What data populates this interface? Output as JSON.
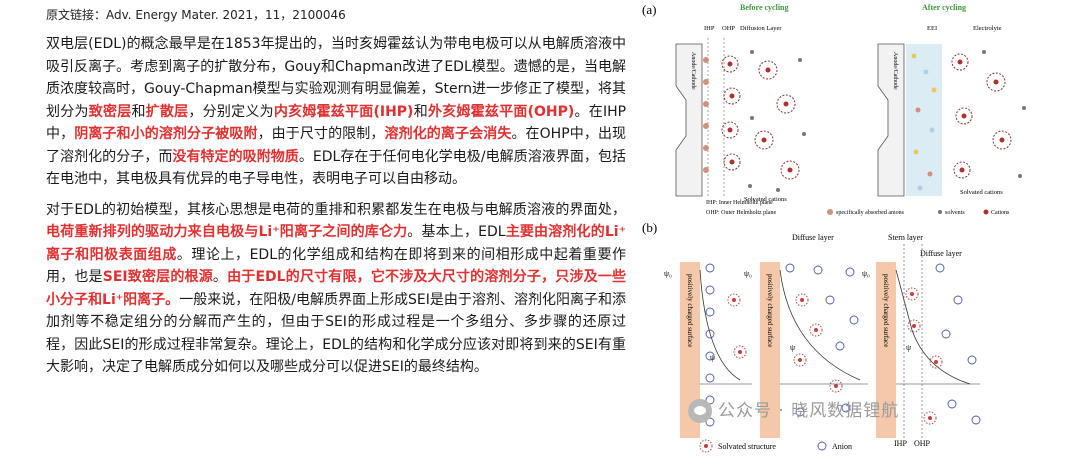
{
  "source_line": "原文链接：Adv. Energy Mater. 2021，11，2100046",
  "p1": [
    {
      "t": "双电层(EDL)的概念最早是在1853年提出的，当时亥姆霍兹认为带电电极可以从电解质溶液中吸引反离子。考虑到离子的扩散分布，Gouy和Chapman改进了EDL模型。遗憾的是，当电解质浓度较高时，Gouy-Chapman模型与实验观测有明显偏差，Stern进一步修正了模型，将其划分为",
      "r": false
    },
    {
      "t": "致密层",
      "r": true
    },
    {
      "t": "和",
      "r": false
    },
    {
      "t": "扩散层",
      "r": true
    },
    {
      "t": "，分别定义为",
      "r": false
    },
    {
      "t": "内亥姆霍兹平面(IHP)",
      "r": true
    },
    {
      "t": "和",
      "r": false
    },
    {
      "t": "外亥姆霍兹平面(OHP)",
      "r": true
    },
    {
      "t": "。在IHP中，",
      "r": false
    },
    {
      "t": "阴离子和小的溶剂分子被吸附",
      "r": true
    },
    {
      "t": "，由于尺寸的限制，",
      "r": false
    },
    {
      "t": "溶剂化的离子会消失",
      "r": true
    },
    {
      "t": "。在OHP中，出现了溶剂化的分子，而",
      "r": false
    },
    {
      "t": "没有特定的吸附物质",
      "r": true
    },
    {
      "t": "。EDL存在于任何电化学电极/电解质溶液界面，包括在电池中，其电极具有优异的电子导电性，表明电子可以自由移动。",
      "r": false
    }
  ],
  "p2": [
    {
      "t": "对于EDL的初始模型，其核心思想是电荷的重排和积累都发生在电极与电解质溶液的界面处，",
      "r": false
    },
    {
      "t": "电荷重新排列的驱动力来自电极与Li⁺阳离子之间的库仑力",
      "r": true
    },
    {
      "t": "。基本上，EDL",
      "r": false
    },
    {
      "t": "主要由溶剂化的Li⁺离子和阳极表面组成",
      "r": true
    },
    {
      "t": "。理论上，EDL的化学组成和结构在即将到来的间相形成中起着重要作用，也是",
      "r": false
    },
    {
      "t": "SEI致密层的根源",
      "r": true
    },
    {
      "t": "。",
      "r": false
    },
    {
      "t": "由于EDL的尺寸有限，它不涉及大尺寸的溶剂分子，只涉及一些小分子和Li⁺阳离子。",
      "r": true
    },
    {
      "t": "一般来说，在阳极/电解质界面上形成SEI是由于溶剂、溶剂化阳离子和添加剂等不稳定组分的分解而产生的，但由于SEI的形成过程是一个多组分、多步骤的还原过程，因此SEI的形成过程非常复杂。理论上，EDL的结构和化学成分应该对即将到来的SEI有重大影响，决定了电解质成分如何以及哪些成分可以促进SEI的最终结构。",
      "r": false
    }
  ],
  "fig": {
    "label_a": "(a)",
    "label_b": "(b)",
    "before": "Before cycling",
    "after": "After cycling",
    "ihp": "IHP",
    "ohp": "OHP",
    "diffusion_layer": "Diffusion Layer",
    "eei": "EEI",
    "electrolyte": "Electrolyte",
    "anode_cathode": "Anode/Cathode",
    "solvated_cations": "Solvated cations",
    "legend_ihp": "IHP: Inner Helmholtz plane",
    "legend_ohp": "OHP: Outer Helmholtz plane",
    "legend_anions": "specifically absorbed anions",
    "legend_solvents": "solvents",
    "legend_cations": "Cations",
    "diffuse_layer": "Diffuse layer",
    "stern_layer": "Stern layer",
    "psi0": "ψ₀",
    "psi": "ψ",
    "pos_surface": "positively charged surface",
    "solvated_structure": "Solvated structure",
    "anion": "Anion",
    "ihp_b": "IHP",
    "ohp_b": "OHP"
  },
  "watermark": "公众号 · 晓风数据锂航",
  "colors": {
    "accent_red": "#e03030",
    "green": "#3a9a3a",
    "electrode": "#f4c8a8"
  }
}
